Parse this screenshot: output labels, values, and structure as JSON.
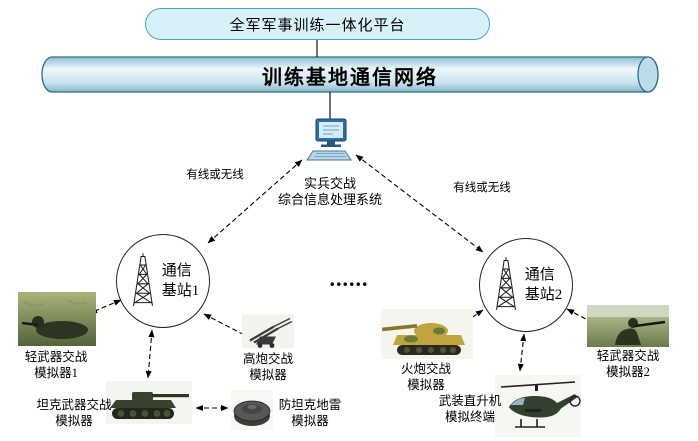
{
  "diagram": {
    "platform": {
      "label": "全军军事训练一体化平台"
    },
    "network": {
      "label": "训练基地通信网络"
    },
    "processing_system": {
      "line1": "实兵交战",
      "line2": "综合信息处理系统"
    },
    "link_labels": {
      "left": "有线或无线",
      "right": "有线或无线"
    },
    "stations": [
      {
        "line1": "通信",
        "line2": "基站1"
      },
      {
        "line1": "通信",
        "line2": "基站2"
      }
    ],
    "ellipsis": "......",
    "simulators": [
      {
        "line1": "轻武器交战",
        "line2": "模拟器1"
      },
      {
        "line1": "高炮交战",
        "line2": "模拟器"
      },
      {
        "line1": "坦克武器交战",
        "line2": "模拟器"
      },
      {
        "line1": "防坦克地雷",
        "line2": "模拟器"
      },
      {
        "line1": "火炮交战",
        "line2": "模拟器"
      },
      {
        "line1": "武装直升机",
        "line2": "模拟终端"
      },
      {
        "line1": "轻武器交战",
        "line2": "模拟器2"
      }
    ],
    "colors": {
      "platform_fill": "#d8f1f9",
      "platform_border": "#4aa3c4",
      "cylinder_light": "#eef8fc",
      "cylinder_dark": "#85b4cb",
      "cylinder_border": "#2e6e8e",
      "line": "#000000"
    }
  }
}
